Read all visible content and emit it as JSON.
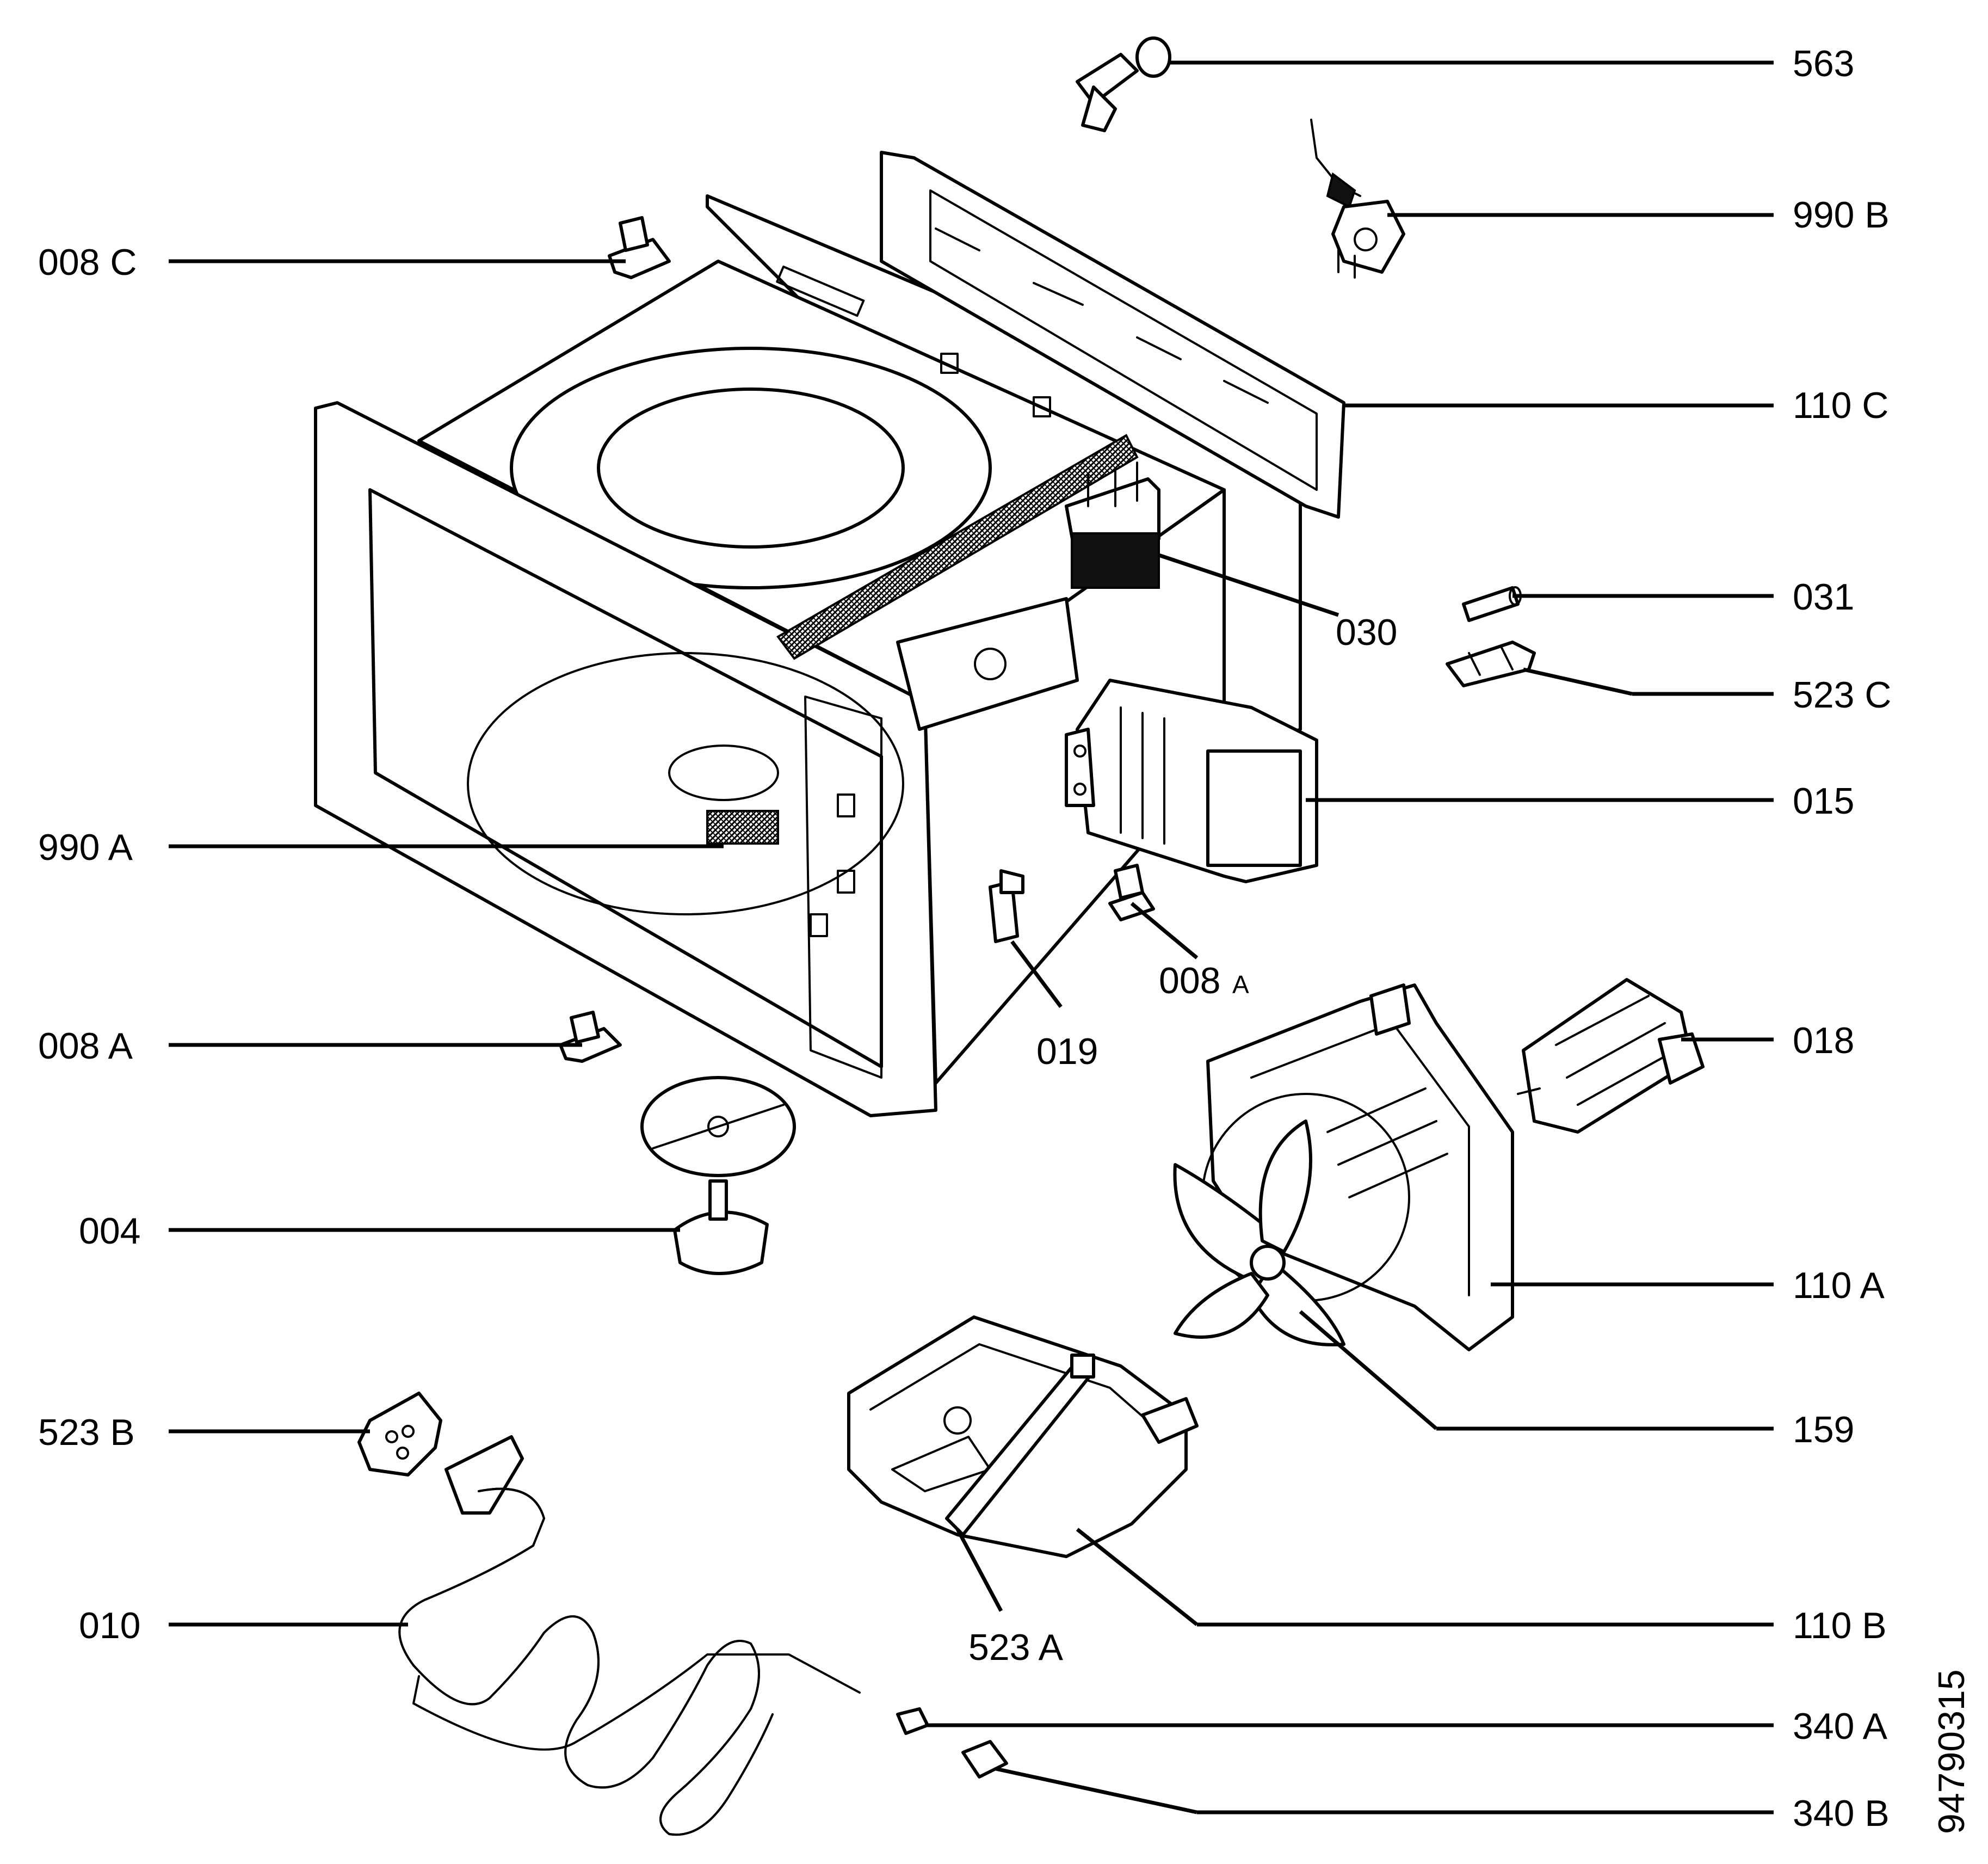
{
  "diagram": {
    "drawing_number": "94790315",
    "callouts": {
      "c563": "563",
      "c990B": "990 B",
      "c008C": "008 C",
      "c110C": "110 C",
      "c030": "030",
      "c031": "031",
      "c523C": "523 C",
      "c015": "015",
      "c990A": "990 A",
      "c008A_inline_num": "008",
      "c008A_inline_letter": "A",
      "c019": "019",
      "c008A": "008 A",
      "c018": "018",
      "c004": "004",
      "c110A": "110 A",
      "c159": "159",
      "c523B": "523 B",
      "c523A": "523 A",
      "c110B": "110 B",
      "c010": "010",
      "c340A": "340 A",
      "c340B": "340 B"
    }
  }
}
